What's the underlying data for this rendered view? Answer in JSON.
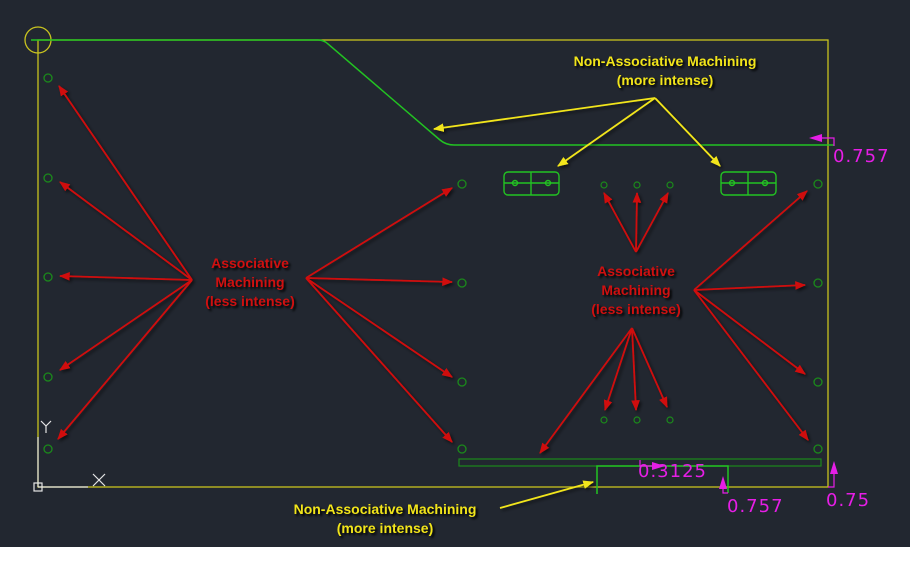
{
  "colors": {
    "background": "#222730",
    "border": "#c9c41f",
    "toolpath": "#22c322",
    "holes": "#1b8a1b",
    "associative": "#d01010",
    "non_associative": "#f2e51a",
    "dimension": "#e61ee6",
    "ucs": "#e6e6e6"
  },
  "labels": {
    "non_assoc_top": {
      "line1": "Non-Associative Machining",
      "line2": "(more intense)"
    },
    "non_assoc_bottom": {
      "line1": "Non-Associative Machining",
      "line2": "(more intense)"
    },
    "assoc_left": {
      "line1": "Associative",
      "line2": "Machining",
      "line3": "(less intense)"
    },
    "assoc_right": {
      "line1": "Associative",
      "line2": "Machining",
      "line3": "(less intense)"
    }
  },
  "dimensions": {
    "right_top": "0.757",
    "bottom_offset": "0.3125",
    "bottom_right_inner": "0.757",
    "bottom_right_outer": "0.75"
  },
  "ucs": {
    "x_label": "X",
    "y_label": "Y"
  }
}
